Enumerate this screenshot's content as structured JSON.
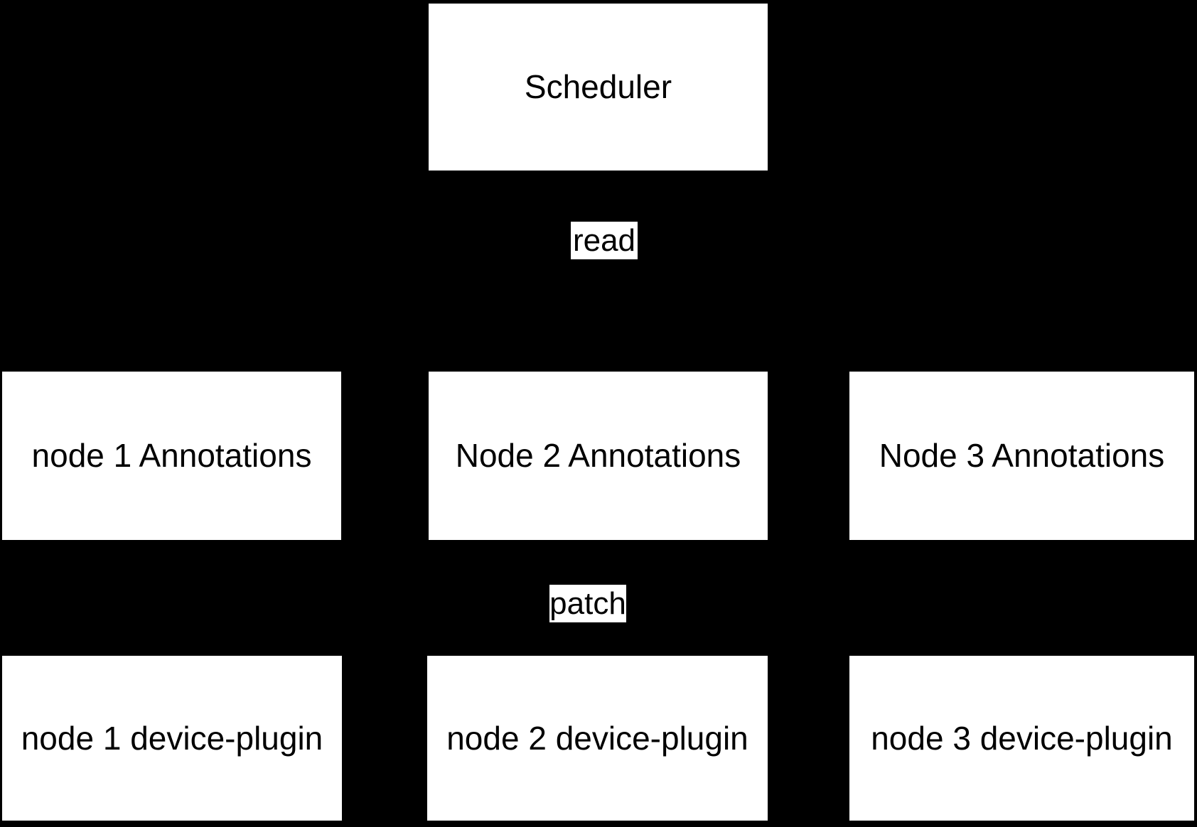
{
  "diagram": {
    "colors": {
      "background": "#000000",
      "node_fill": "#ffffff",
      "node_text": "#000000"
    },
    "scheduler": {
      "label": "Scheduler"
    },
    "edge_labels": {
      "read": "read",
      "patch": "patch"
    },
    "annotation_nodes": [
      {
        "label": "node 1 Annotations"
      },
      {
        "label": "Node 2 Annotations"
      },
      {
        "label": "Node 3 Annotations"
      }
    ],
    "device_plugin_nodes": [
      {
        "label": "node 1 device-plugin"
      },
      {
        "label": "node 2 device-plugin"
      },
      {
        "label": "node 3 device-plugin"
      }
    ]
  }
}
